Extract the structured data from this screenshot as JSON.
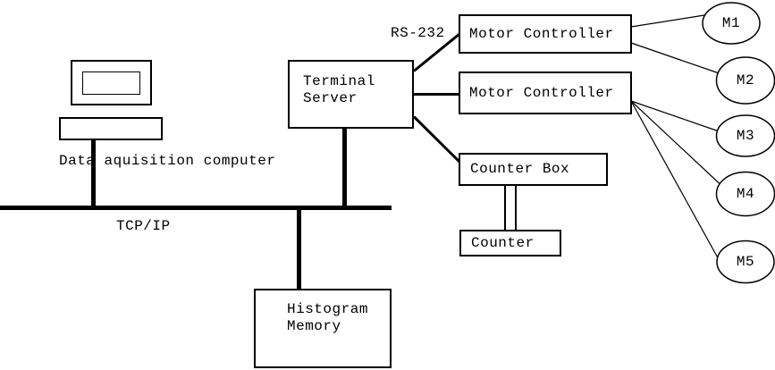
{
  "colors": {
    "line": "#000000",
    "background": "#ffffff"
  },
  "computer": {
    "label": "Data aquisition computer",
    "icon": "desktop-computer-icon"
  },
  "bus": {
    "label": "TCP/IP"
  },
  "serial_link": {
    "label": "RS-232"
  },
  "nodes": {
    "terminal_server": {
      "lines": [
        "Terminal",
        "Server"
      ]
    },
    "motor_controller_1": {
      "label": "Motor Controller"
    },
    "motor_controller_2": {
      "label": "Motor Controller"
    },
    "counter_box": {
      "label": "Counter Box"
    },
    "counter": {
      "label": "Counter"
    },
    "histogram_memory": {
      "lines": [
        "Histogram",
        "Memory"
      ]
    }
  },
  "motors": [
    {
      "label": "M1"
    },
    {
      "label": "M2"
    },
    {
      "label": "M3"
    },
    {
      "label": "M4"
    },
    {
      "label": "M5"
    }
  ]
}
